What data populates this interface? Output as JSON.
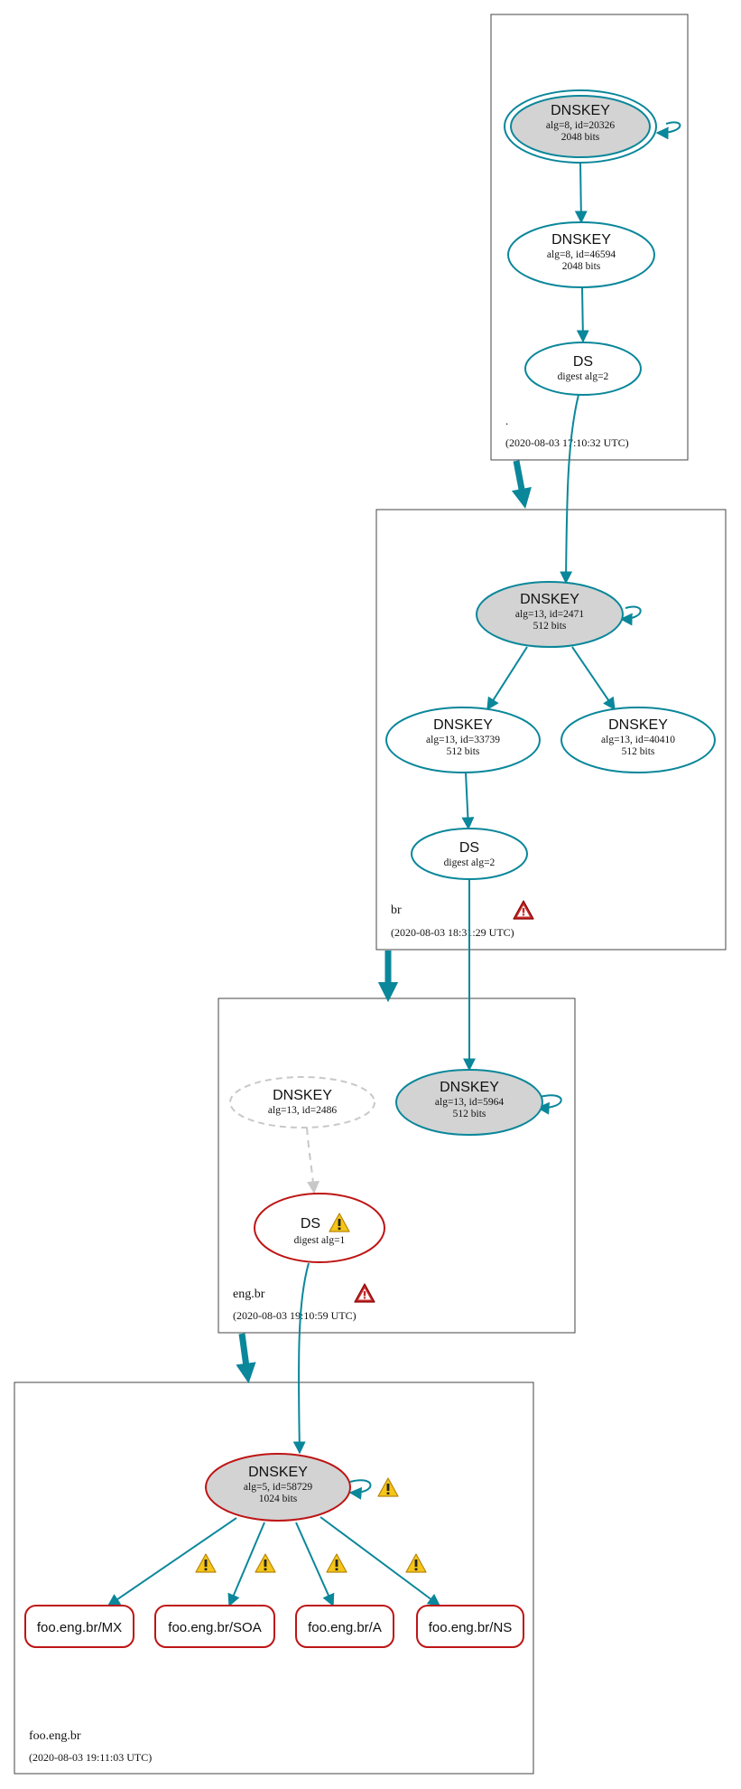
{
  "zones": {
    "root": {
      "name": ".",
      "timestamp": "(2020-08-03 17:10:32 UTC)"
    },
    "br": {
      "name": "br",
      "timestamp": "(2020-08-03 18:31:29 UTC)"
    },
    "eng": {
      "name": "eng.br",
      "timestamp": "(2020-08-03 19:10:59 UTC)"
    },
    "foo": {
      "name": "foo.eng.br",
      "timestamp": "(2020-08-03 19:11:03 UTC)"
    }
  },
  "nodes": {
    "root_ksk": {
      "title": "DNSKEY",
      "line1": "alg=8, id=20326",
      "line2": "2048 bits"
    },
    "root_zsk": {
      "title": "DNSKEY",
      "line1": "alg=8, id=46594",
      "line2": "2048 bits"
    },
    "root_ds": {
      "title": "DS",
      "line1": "digest alg=2"
    },
    "br_ksk": {
      "title": "DNSKEY",
      "line1": "alg=13, id=2471",
      "line2": "512 bits"
    },
    "br_zsk1": {
      "title": "DNSKEY",
      "line1": "alg=13, id=33739",
      "line2": "512 bits"
    },
    "br_zsk2": {
      "title": "DNSKEY",
      "line1": "alg=13, id=40410",
      "line2": "512 bits"
    },
    "br_ds": {
      "title": "DS",
      "line1": "digest alg=2"
    },
    "eng_missing": {
      "title": "DNSKEY",
      "line1": "alg=13, id=2486"
    },
    "eng_ksk": {
      "title": "DNSKEY",
      "line1": "alg=13, id=5964",
      "line2": "512 bits"
    },
    "eng_ds": {
      "title": "DS",
      "line1": "digest alg=1"
    },
    "foo_ksk": {
      "title": "DNSKEY",
      "line1": "alg=5, id=58729",
      "line2": "1024 bits"
    },
    "rr_mx": {
      "title": "foo.eng.br/MX"
    },
    "rr_soa": {
      "title": "foo.eng.br/SOA"
    },
    "rr_a": {
      "title": "foo.eng.br/A"
    },
    "rr_ns": {
      "title": "foo.eng.br/NS"
    }
  },
  "colors": {
    "secure": "#0a879a",
    "bogus": "#be1515",
    "insecure_gray": "#c8c8c8",
    "key_fill": "#d3d3d3",
    "zone_border": "#444444",
    "warning_yellow": "#f5c518",
    "error_red": "#c62828"
  },
  "icons": {
    "warning": "warning-triangle-icon",
    "error": "error-triangle-icon"
  }
}
